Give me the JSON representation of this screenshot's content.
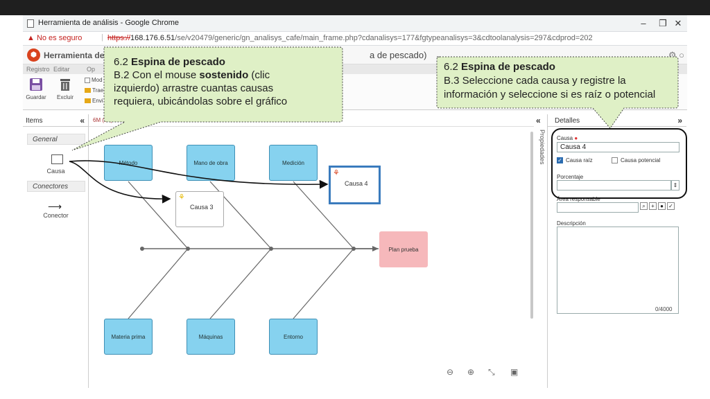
{
  "browser": {
    "tab_title": "Herramienta de análisis - Google Chrome",
    "minimize": "–",
    "maximize": "❐",
    "close": "✕",
    "security": "▲ No es seguro",
    "separator": "|",
    "url_scheme": "https://",
    "url_host": "168.176.6.51",
    "url_path": "/se/v20479/generic/gn_analisys_cafe/main_frame.php?cdanalisys=177&fgtypeanalisys=3&cdtoolanalysis=297&cdprod=202"
  },
  "app": {
    "logo": "⬢",
    "title": "Herramienta de anál",
    "subtitle": "a de pescado)",
    "right_icon": "⚙ ○"
  },
  "ribbon": {
    "tabs": [
      "Registro",
      "Editar",
      "Op"
    ],
    "save_label": "Guardar",
    "delete_label": "Excluir",
    "small_1": "Mod",
    "small_2": "Trae",
    "small_3": "Envi"
  },
  "items_panel": {
    "title": "Items",
    "collapse": "«",
    "general": "General",
    "causa_label": "Causa",
    "conectores": "Conectores",
    "conector_arrow": "⟶",
    "conector_label": "Conector"
  },
  "canvas": {
    "header": "6M (Espina de pes",
    "nodes": {
      "metodo": "Método",
      "mano_obra": "Mano de obra",
      "medicion": "Medición",
      "materia_prima": "Materia prima",
      "maquinas": "Máquinas",
      "entorno": "Entorno",
      "effect": "Plan prueba",
      "causa3": "Causa 3",
      "causa4": "Causa 4"
    },
    "zoom_out": "⊖",
    "zoom_in": "⊕",
    "fit": "⤡",
    "image": "▣"
  },
  "properties": {
    "collapse": "«",
    "vertical_label": "Propiedades"
  },
  "details": {
    "title": "Detalles",
    "collapse": "»",
    "causa_label": "Causa",
    "required_mark": "●",
    "causa_value": "Causa 4",
    "causa_raiz_label": "Causa raíz",
    "causa_raiz_checked": true,
    "causa_potencial_label": "Causa potencial",
    "causa_potencial_checked": false,
    "porcentaje_label": "Porcentaje",
    "porcentaje_value": "",
    "responsable_label": "Área responsable",
    "descripcion_label": "Descripción",
    "counter": "0/4000",
    "check_mark": "✓"
  },
  "callouts": {
    "left": {
      "heading_num": "6.2",
      "heading": "Espina de pescado",
      "line1_pre": "B.2  Con el mouse",
      "line1_bold": "sostenido",
      "line1_post": "(clic",
      "line2": "izquierdo) arrastre cuantas causas",
      "line3": "requiera, ubicándolas sobre el gráfico"
    },
    "right": {
      "heading_num": "6.2",
      "heading": "Espina de pescado",
      "line1": "B.3 Seleccione cada causa y registre la",
      "line2": "información y seleccione si es raíz o potencial"
    }
  }
}
